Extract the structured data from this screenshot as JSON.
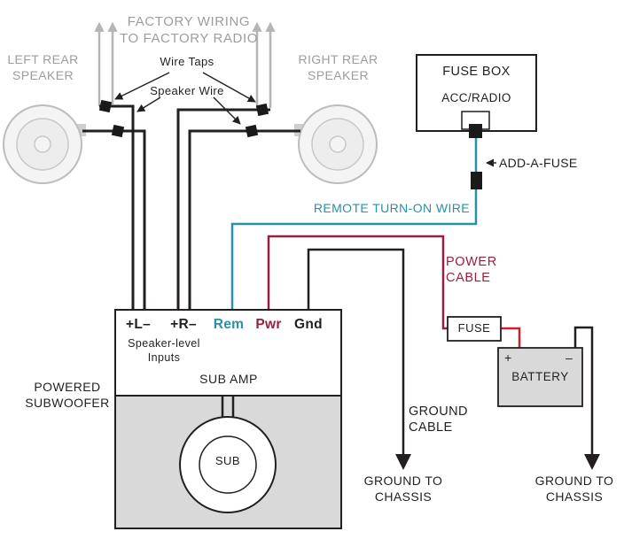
{
  "colors": {
    "wire_black": "#231f20",
    "wire_teal": "#2691a9",
    "wire_maroon": "#96203f",
    "wire_red": "#cc2128",
    "gray_text": "#9d9d9d",
    "gray_arrow": "#b5b5b5",
    "enclosure_gray": "#d9d9d9"
  },
  "factory": {
    "label": "FACTORY WIRING\nTO FACTORY RADIO"
  },
  "taps": {
    "label": "Wire Taps"
  },
  "speaker_wire": {
    "label": "Speaker Wire"
  },
  "speakers": {
    "left": "LEFT REAR\nSPEAKER",
    "right": "RIGHT REAR\nSPEAKER"
  },
  "fuse_box": {
    "title": "FUSE BOX",
    "circuit": "ACC/RADIO",
    "add_a_fuse": "ADD-A-FUSE"
  },
  "remote_wire": {
    "label": "REMOTE TURN-ON WIRE"
  },
  "power": {
    "label": "POWER\nCABLE",
    "fuse": "FUSE"
  },
  "battery": {
    "name": "BATTERY",
    "plus": "+",
    "minus": "–"
  },
  "amp": {
    "terminals": [
      {
        "label": "+L–"
      },
      {
        "label": "+R–"
      },
      {
        "label": "Rem"
      },
      {
        "label": "Pwr"
      },
      {
        "label": "Gnd"
      }
    ],
    "inputs": "Speaker-level\nInputs",
    "name": "SUB AMP",
    "enclosure": "POWERED\nSUBWOOFER",
    "sub": "SUB"
  },
  "ground": {
    "cable": "GROUND\nCABLE",
    "left": "GROUND TO\nCHASSIS",
    "right": "GROUND TO\nCHASSIS"
  }
}
